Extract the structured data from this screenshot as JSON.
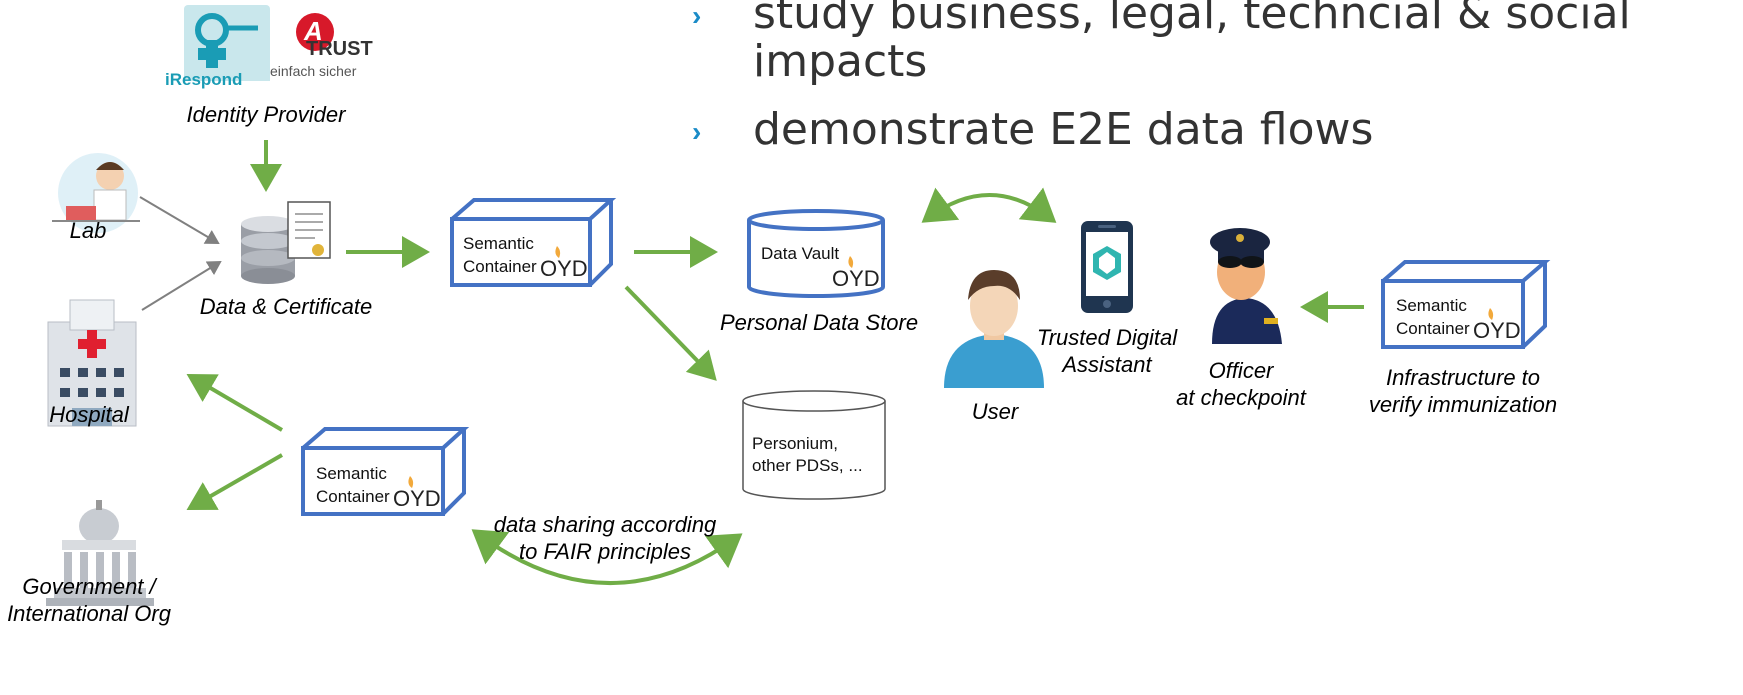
{
  "bullets": [
    {
      "text": "study business, legal, techncial & social"
    },
    {
      "text": "impacts"
    },
    {
      "text": "demonstrate E2E data flows"
    }
  ],
  "logos": {
    "irespond": "iRespond",
    "atrust_brand": "TRUST",
    "atrust_letter": "A",
    "atrust_tagline": "einfach sicher"
  },
  "labels": {
    "identity_provider": "Identity Provider",
    "lab": "Lab",
    "hospital": "Hospital",
    "government_line1": "Government /",
    "government_line2": "International Org",
    "data_certificate": "Data & Certificate",
    "personal_data_store": "Personal Data Store",
    "user": "User",
    "tda_line1": "Trusted Digital",
    "tda_line2": "Assistant",
    "officer_line1": "Officer",
    "officer_line2": "at checkpoint",
    "infra_line1": "Infrastructure to",
    "infra_line2": "verify immunization",
    "fair_line1": "data sharing according",
    "fair_line2": "to FAIR principles"
  },
  "containers": {
    "line1": "Semantic",
    "line2": "Container",
    "brand": "OYD"
  },
  "vault": {
    "label": "Data Vault",
    "brand": "OYD"
  },
  "pds_other": {
    "line1": "Personium,",
    "line2": "other PDSs, ..."
  },
  "colors": {
    "arrow_green": "#70ad47",
    "box_blue": "#4472c4",
    "bullet_blue": "#1a8bc7",
    "gray_arrow": "#808080"
  }
}
